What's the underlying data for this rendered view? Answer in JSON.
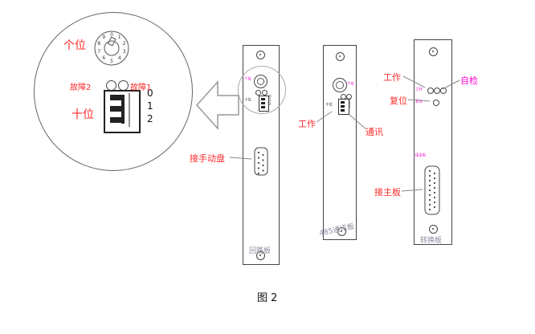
{
  "caption": "图 2",
  "magnifier": {
    "units_label": "个位",
    "fault2_label": "故障2",
    "fault1_label": "故障1",
    "tens_label": "十位",
    "rotary_digits": [
      "0",
      "1",
      "2",
      "3",
      "4",
      "5",
      "6",
      "7",
      "8",
      "9"
    ],
    "dip_positions": [
      "0",
      "1",
      "2"
    ]
  },
  "boards": {
    "loop": {
      "name": "回路板",
      "connector_label": "接手动盘",
      "tiny_units": "个位",
      "tiny_tens": "十位"
    },
    "comm": {
      "name": "485通讯板",
      "work_label": "工作",
      "comm_label": "通讯",
      "tiny_units": "个位",
      "tiny_tens": "十位"
    },
    "converter": {
      "name": "转换板",
      "work_label": "工作",
      "selftest_label": "自检",
      "reset_label": "复位",
      "mainboard_label": "接主板",
      "tiny_work": "工作",
      "tiny_reset": "复位",
      "tiny_main": "接主板"
    }
  },
  "colors": {
    "label_red": "#ff2a2a",
    "label_magenta": "#ff00cc",
    "board_name": "#8b8b9e"
  }
}
